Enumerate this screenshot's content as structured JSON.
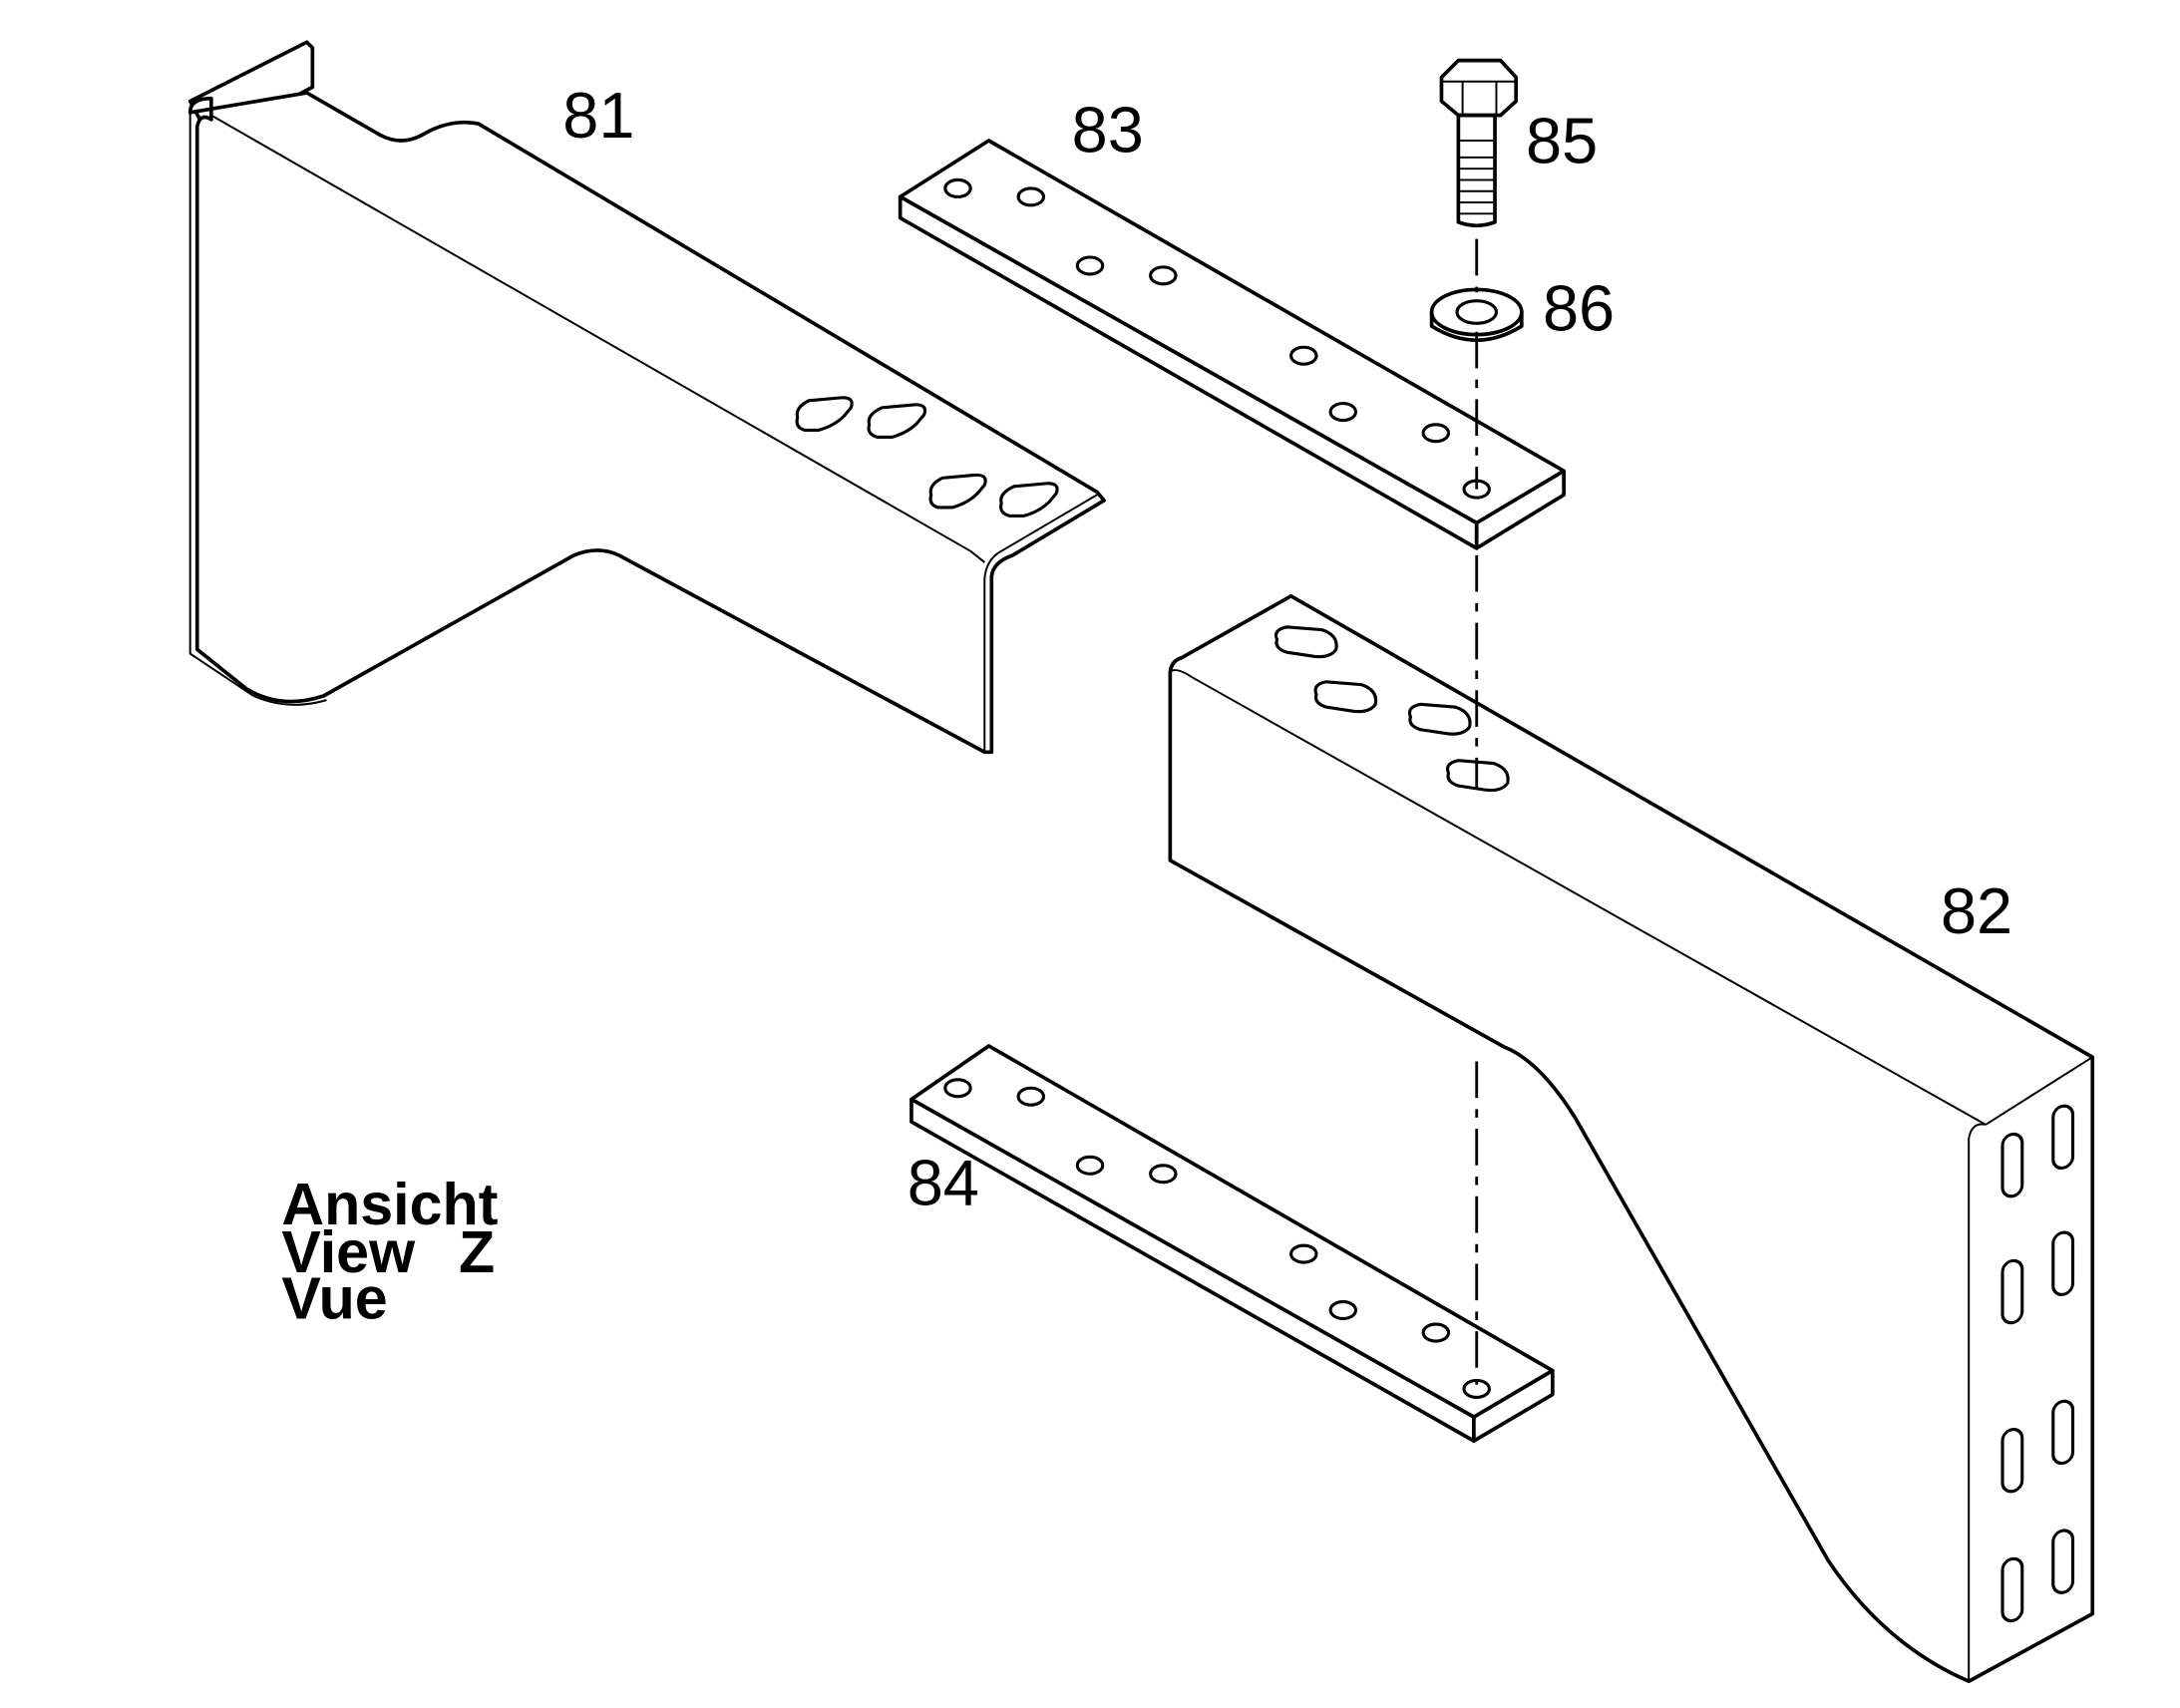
{
  "labels": {
    "p81": "81",
    "p82": "82",
    "p83": "83",
    "p84": "84",
    "p85": "85",
    "p86": "86"
  },
  "view": {
    "line1": "Ansicht",
    "line2": "View",
    "line3": "Vue",
    "letter": "Z"
  },
  "colors": {
    "ink": "#000000",
    "paper": "#ffffff"
  }
}
